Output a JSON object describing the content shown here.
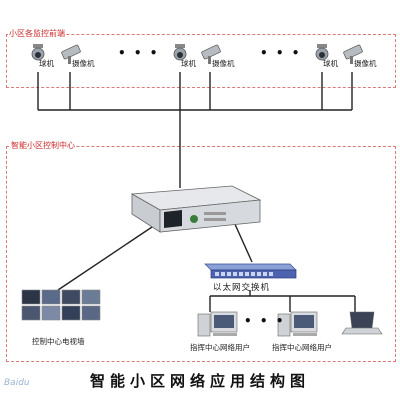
{
  "diagram": {
    "title": "智能小区网络应用结构图",
    "zones": {
      "top": "小区各监控前端",
      "center": "智能小区控制中心"
    },
    "cameras": {
      "dome_label": "球机",
      "box_label": "摄像机",
      "ellipsis": "•  •  •"
    },
    "switch_label": "以太网交换机",
    "monitor_wall_label": "控制中心电视墙",
    "user_label": "指挥中心网络用户",
    "user_ellipsis": "•  •  •",
    "watermark": "Baidu"
  },
  "colors": {
    "zone_border": "#d87a7a",
    "zone_text": "#cc2a2a",
    "line": "#222222"
  }
}
